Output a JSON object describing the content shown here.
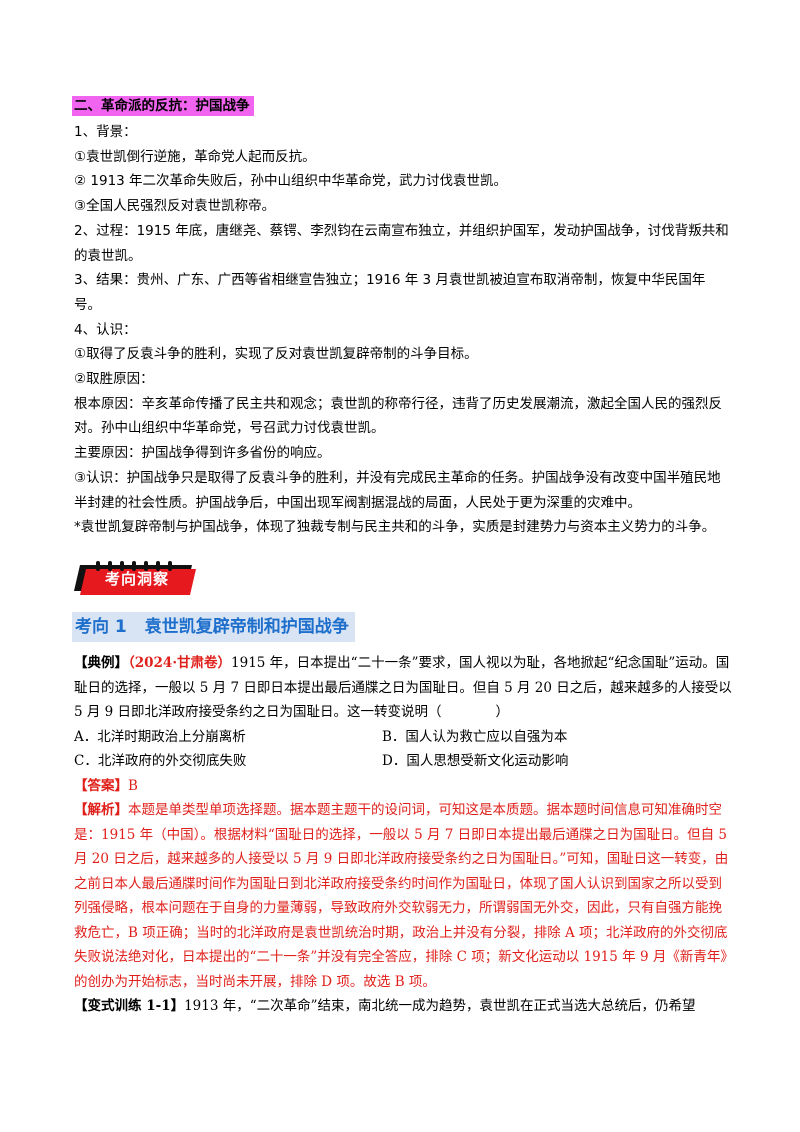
{
  "section": {
    "title": "二、革命派的反抗：护国战争"
  },
  "content": [
    "1、背景：",
    "①袁世凯倒行逆施，革命党人起而反抗。",
    "② 1913 年二次革命失败后，孙中山组织中华革命党，武力讨伐袁世凯。",
    "③全国人民强烈反对袁世凯称帝。",
    "2、过程：1915 年底，唐继尧、蔡锷、李烈钧在云南宣布独立，并组织护国军，发动护国战争，讨伐背叛共和的袁世凯。",
    "3、结果：贵州、广东、广西等省相继宣告独立；1916 年 3 月袁世凯被迫宣布取消帝制，恢复中华民国年号。",
    "4、认识：",
    "①取得了反袁斗争的胜利，实现了反对袁世凯复辟帝制的斗争目标。",
    "②取胜原因：",
    "根本原因：辛亥革命传播了民主共和观念；袁世凯的称帝行径，违背了历史发展潮流，激起全国人民的强烈反对。孙中山组织中华革命党，号召武力讨伐袁世凯。",
    "主要原因：护国战争得到许多省份的响应。",
    "③认识：护国战争只是取得了反袁斗争的胜利，并没有完成民主革命的任务。护国战争没有改变中国半殖民地半封建的社会性质。护国战争后，中国出现军阀割据混战的局面，人民处于更为深重的灾难中。",
    "*袁世凯复辟帝制与护国战争，体现了独裁专制与民主共和的斗争，实质是封建势力与资本主义势力的斗争。"
  ],
  "badge": {
    "label": "考向洞察",
    "color": "#e5191e"
  },
  "topic": {
    "number": "考向 1",
    "title": "袁世凯复辟帝制和护国战争"
  },
  "example": {
    "label": "【典例】",
    "source": "（2024·甘肃卷）",
    "question": "1915 年，日本提出“二十一条”要求，国人视以为耻，各地掀起“纪念国耻”运动。国耻日的选择，一般以 5 月 7 日即日本提出最后通牒之日为国耻日。但自 5 月 20 日之后，越来越多的人接受以 5 月 9 日即北洋政府接受条约之日为国耻日。这一转变说明（　　　　）",
    "options": {
      "A": "A．北洋时期政治上分崩离析",
      "B": "B．国人认为救亡应以自强为本",
      "C": "C．北洋政府的外交彻底失败",
      "D": "D．国人思想受新文化运动影响"
    },
    "answer_label": "【答案】",
    "answer": "B",
    "analysis_label": "【解析】",
    "analysis": "本题是单类型单项选择题。据本题主题干的设问词，可知这是本质题。据本题时间信息可知准确时空是：1915 年（中国）。根据材料“国耻日的选择，一般以 5 月 7 日即日本提出最后通牒之日为国耻日。但自 5 月 20 日之后，越来越多的人接受以 5 月 9 日即北洋政府接受条约之日为国耻日。”可知，国耻日这一转变，由之前日本人最后通牒时间作为国耻日到北洋政府接受条约时间作为国耻日，体现了国人认识到国家之所以受到列强侵略，根本问题在于自身的力量薄弱，导致政府外交软弱无力，所谓弱国无外交，因此，只有自强方能挽救危亡，B 项正确；当时的北洋政府是袁世凯统治时期，政治上并没有分裂，排除 A 项；北洋政府的外交彻底失败说法绝对化，日本提出的“二十一条”并没有完全答应，排除 C 项；新文化运动以 1915 年 9 月《新青年》的创办为开始标志，当时尚未开展，排除 D 项。故选 B 项。"
  },
  "training": {
    "label": "【变式训练 1-1】",
    "text": "1913 年，“二次革命”结束，南北统一成为趋势，袁世凯在正式当选大总统后，仍希望"
  }
}
